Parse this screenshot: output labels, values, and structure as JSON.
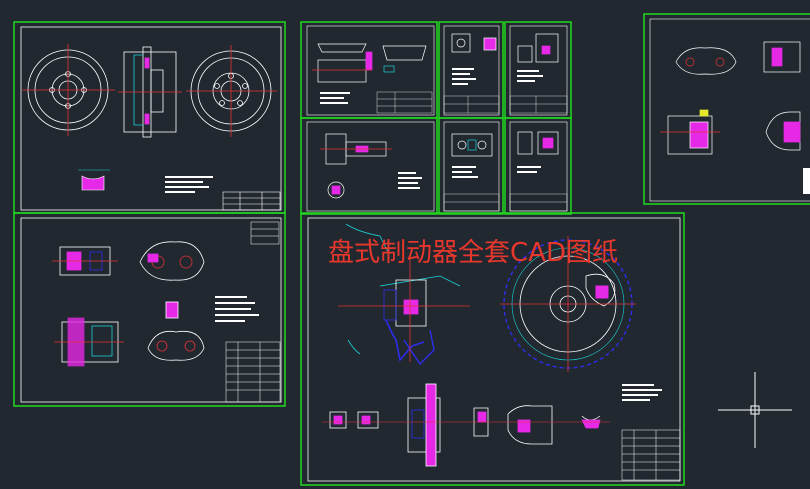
{
  "overlay": {
    "title": "盘式制动器全套CAD图纸",
    "color": "#e8372c"
  },
  "viewport": {
    "background": "#212830",
    "sheet_border_color": "#22d81f",
    "line_colors": {
      "white": "#ffffff",
      "cyan": "#19d4d6",
      "magenta": "#e629e6",
      "red": "#e63232",
      "blue": "#2d2dea",
      "yellow": "#e6e62d"
    }
  },
  "sheets": [
    {
      "id": "sheet-disc-rotor",
      "content": "brake-disc-views"
    },
    {
      "id": "sheet-pad-1",
      "content": "brake-pad-drawing"
    },
    {
      "id": "sheet-part-2",
      "content": "small-part-drawing"
    },
    {
      "id": "sheet-part-3",
      "content": "small-part-drawing"
    },
    {
      "id": "sheet-piston",
      "content": "piston-drawing"
    },
    {
      "id": "sheet-part-5",
      "content": "small-part-drawing"
    },
    {
      "id": "sheet-part-6",
      "content": "small-part-drawing"
    },
    {
      "id": "sheet-caliper-assembly",
      "content": "caliper-assembly-views"
    },
    {
      "id": "sheet-caliper-right",
      "content": "caliper-views"
    },
    {
      "id": "sheet-main-assembly",
      "content": "disc-brake-assembly"
    }
  ],
  "cursor": {
    "icon": "crosshair-cursor-icon"
  }
}
